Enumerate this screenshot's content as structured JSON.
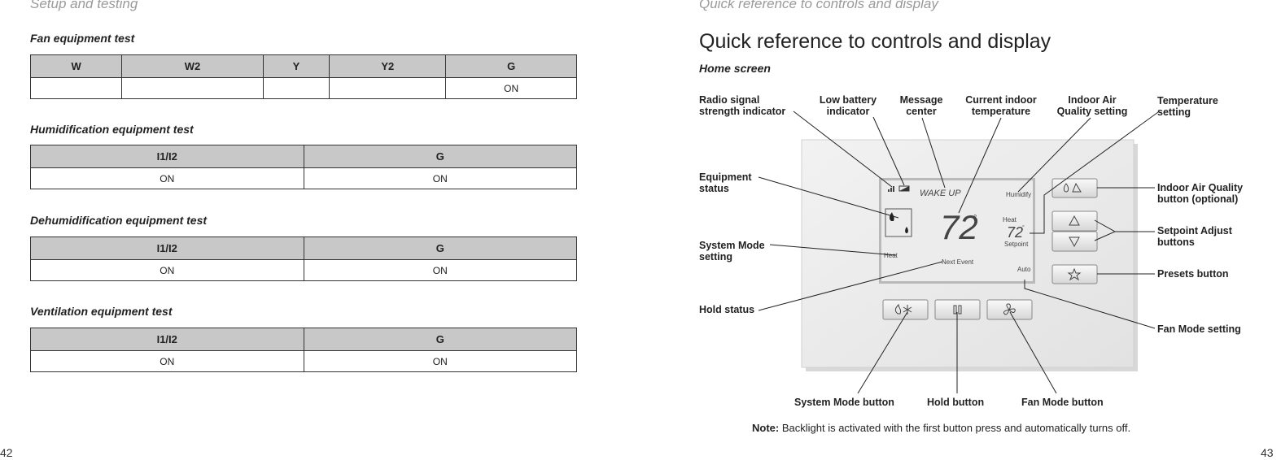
{
  "left_page": {
    "header": "Setup and testing",
    "page_number": "42",
    "tests": [
      {
        "title": "Fan equipment test",
        "columns": [
          "W",
          "W2",
          "Y",
          "Y2",
          "G"
        ],
        "values": [
          "",
          "",
          "",
          "",
          "ON"
        ]
      },
      {
        "title": "Humidification equipment test",
        "columns": [
          "I1/I2",
          "G"
        ],
        "values": [
          "ON",
          "ON"
        ]
      },
      {
        "title": "Dehumidification equipment test",
        "columns": [
          "I1/I2",
          "G"
        ],
        "values": [
          "ON",
          "ON"
        ]
      },
      {
        "title": "Ventilation equipment test",
        "columns": [
          "I1/I2",
          "G"
        ],
        "values": [
          "ON",
          "ON"
        ]
      }
    ]
  },
  "right_page": {
    "header": "Quick reference to controls and display",
    "title": "Quick reference to controls and display",
    "subtitle": "Home screen",
    "page_number": "43",
    "note_label": "Note:",
    "note_text": " Backlight is activated with the first button press and automatically turns off.",
    "callouts": {
      "radio_signal": [
        "Radio signal",
        "strength indicator"
      ],
      "low_battery": [
        "Low battery",
        "indicator"
      ],
      "message_center": [
        "Message",
        "center"
      ],
      "current_temp": [
        "Current indoor",
        "temperature"
      ],
      "iaq_setting": [
        "Indoor Air",
        "Quality setting"
      ],
      "temp_setting": [
        "Temperature",
        "setting"
      ],
      "equipment_status": [
        "Equipment",
        "status"
      ],
      "system_mode_setting": [
        "System Mode",
        "setting"
      ],
      "hold_status": "Hold status",
      "iaq_button": [
        "Indoor Air Quality",
        "button (optional)"
      ],
      "setpoint_buttons": [
        "Setpoint Adjust",
        "buttons"
      ],
      "presets_button": "Presets button",
      "fan_mode_setting": "Fan Mode setting",
      "system_mode_button": "System Mode button",
      "hold_button": "Hold button",
      "fan_mode_button": "Fan Mode button"
    },
    "display": {
      "message": "WAKE UP",
      "current_temp": "72",
      "degree": "°",
      "humidify": "Humidify",
      "heat_top": "Heat",
      "setpoint_temp": "72",
      "setpoint_label": "Setpoint",
      "mode": "Heat",
      "next_event": "Next Event",
      "fan": "Auto"
    }
  }
}
